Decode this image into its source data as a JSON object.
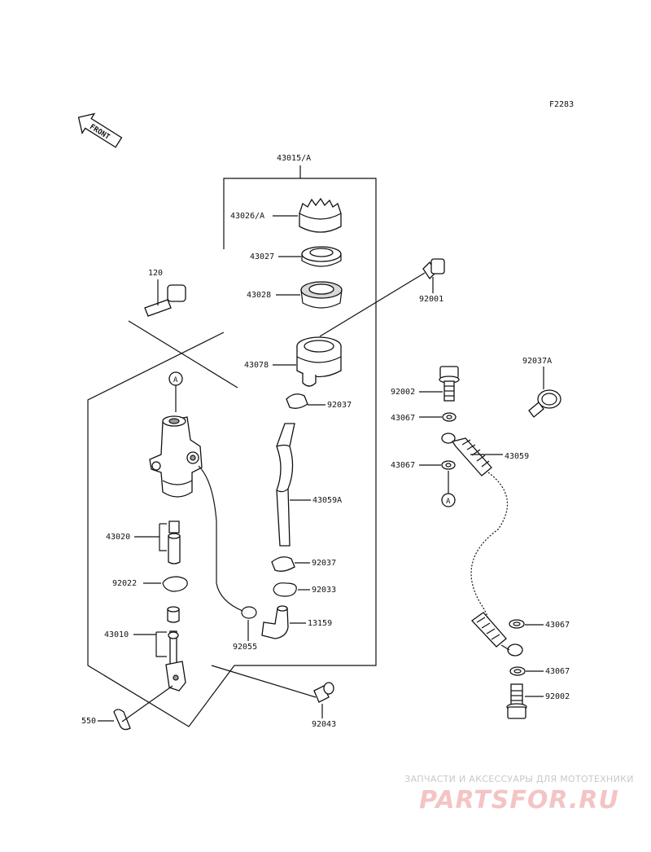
{
  "figure_code": "F2283",
  "front_label": "FRONT",
  "ref_marker": "A",
  "labels": {
    "assembly": "43015/A",
    "cap": "43026/A",
    "plate": "43027",
    "diaphragm": "43028",
    "reservoir": "43078",
    "clamp_top": "92037",
    "hose": "43059A",
    "clamp_bottom": "92037",
    "circlip_hose": "92033",
    "elbow": "13159",
    "oring": "92055",
    "bolt_reservoir": "92001",
    "bolt_120": "120",
    "kit_43020": "43020",
    "circlip_rod": "92022",
    "kit_43010": "43010",
    "pin_550": "550",
    "pin_92043": "92043",
    "clamp_92037a": "92037A",
    "banjo_bolt_top": "92002",
    "gasket_1": "43067",
    "gasket_2": "43067",
    "brake_hose": "43059",
    "gasket_3": "43067",
    "gasket_4": "43067",
    "banjo_bolt_bottom": "92002"
  },
  "watermark": {
    "tagline": "ЗАПЧАСТИ И АКСЕССУАРЫ ДЛЯ МОТОТЕХНИКИ",
    "brand": "PARTSFOR.RU"
  }
}
